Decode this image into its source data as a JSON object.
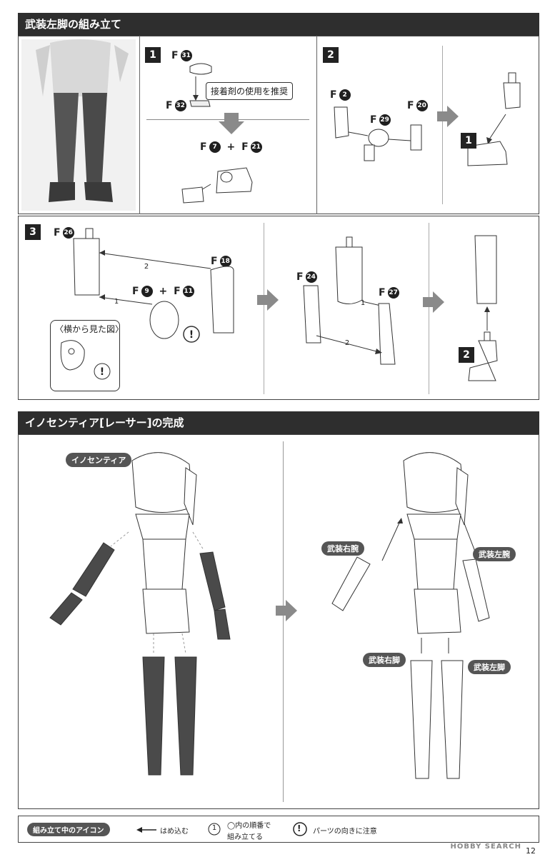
{
  "section1": {
    "title": "武装左脚の組み立て",
    "step1": {
      "num": "1",
      "part_a": "F",
      "part_a_num": "31",
      "part_b": "F",
      "part_b_num": "32",
      "glue_note": "接着剤の使用を推奨",
      "part_c": "F",
      "part_c_num": "7",
      "plus": "+",
      "part_d": "F",
      "part_d_num": "21"
    },
    "step2": {
      "num": "2",
      "part_a": "F",
      "part_a_num": "2",
      "part_b": "F",
      "part_b_num": "29",
      "part_c": "F",
      "part_c_num": "20",
      "ref": "1"
    },
    "step3": {
      "num": "3",
      "part_a": "F",
      "part_a_num": "26",
      "part_b": "F",
      "part_b_num": "18",
      "part_c": "F",
      "part_c_num": "9",
      "plus": "+",
      "part_d": "F",
      "part_d_num": "11",
      "side_view": "〈横から見た図〉",
      "seq1": "1",
      "seq2": "2",
      "part_e": "F",
      "part_e_num": "24",
      "part_f": "F",
      "part_f_num": "27",
      "ref": "2"
    }
  },
  "section2": {
    "title": "イノセンティア[レーサー]の完成",
    "char_label": "イノセンティア",
    "right_arm": "武装右腕",
    "left_arm": "武装左腕",
    "right_leg": "武装右脚",
    "left_leg": "武装左脚"
  },
  "legend": {
    "title": "組み立て中のアイコン",
    "insert": "はめ込む",
    "seq_num": "1",
    "seq_line1": "◯内の順番で",
    "seq_line2": "組み立てる",
    "caution_mark": "!",
    "caution": "パーツの向きに注意"
  },
  "watermark": "HOBBY SEARCH",
  "page_number": "12",
  "colors": {
    "header": "#2e2e2e",
    "part_dark": "#4a4a4a",
    "arrow_gray": "#8a8a8a"
  }
}
